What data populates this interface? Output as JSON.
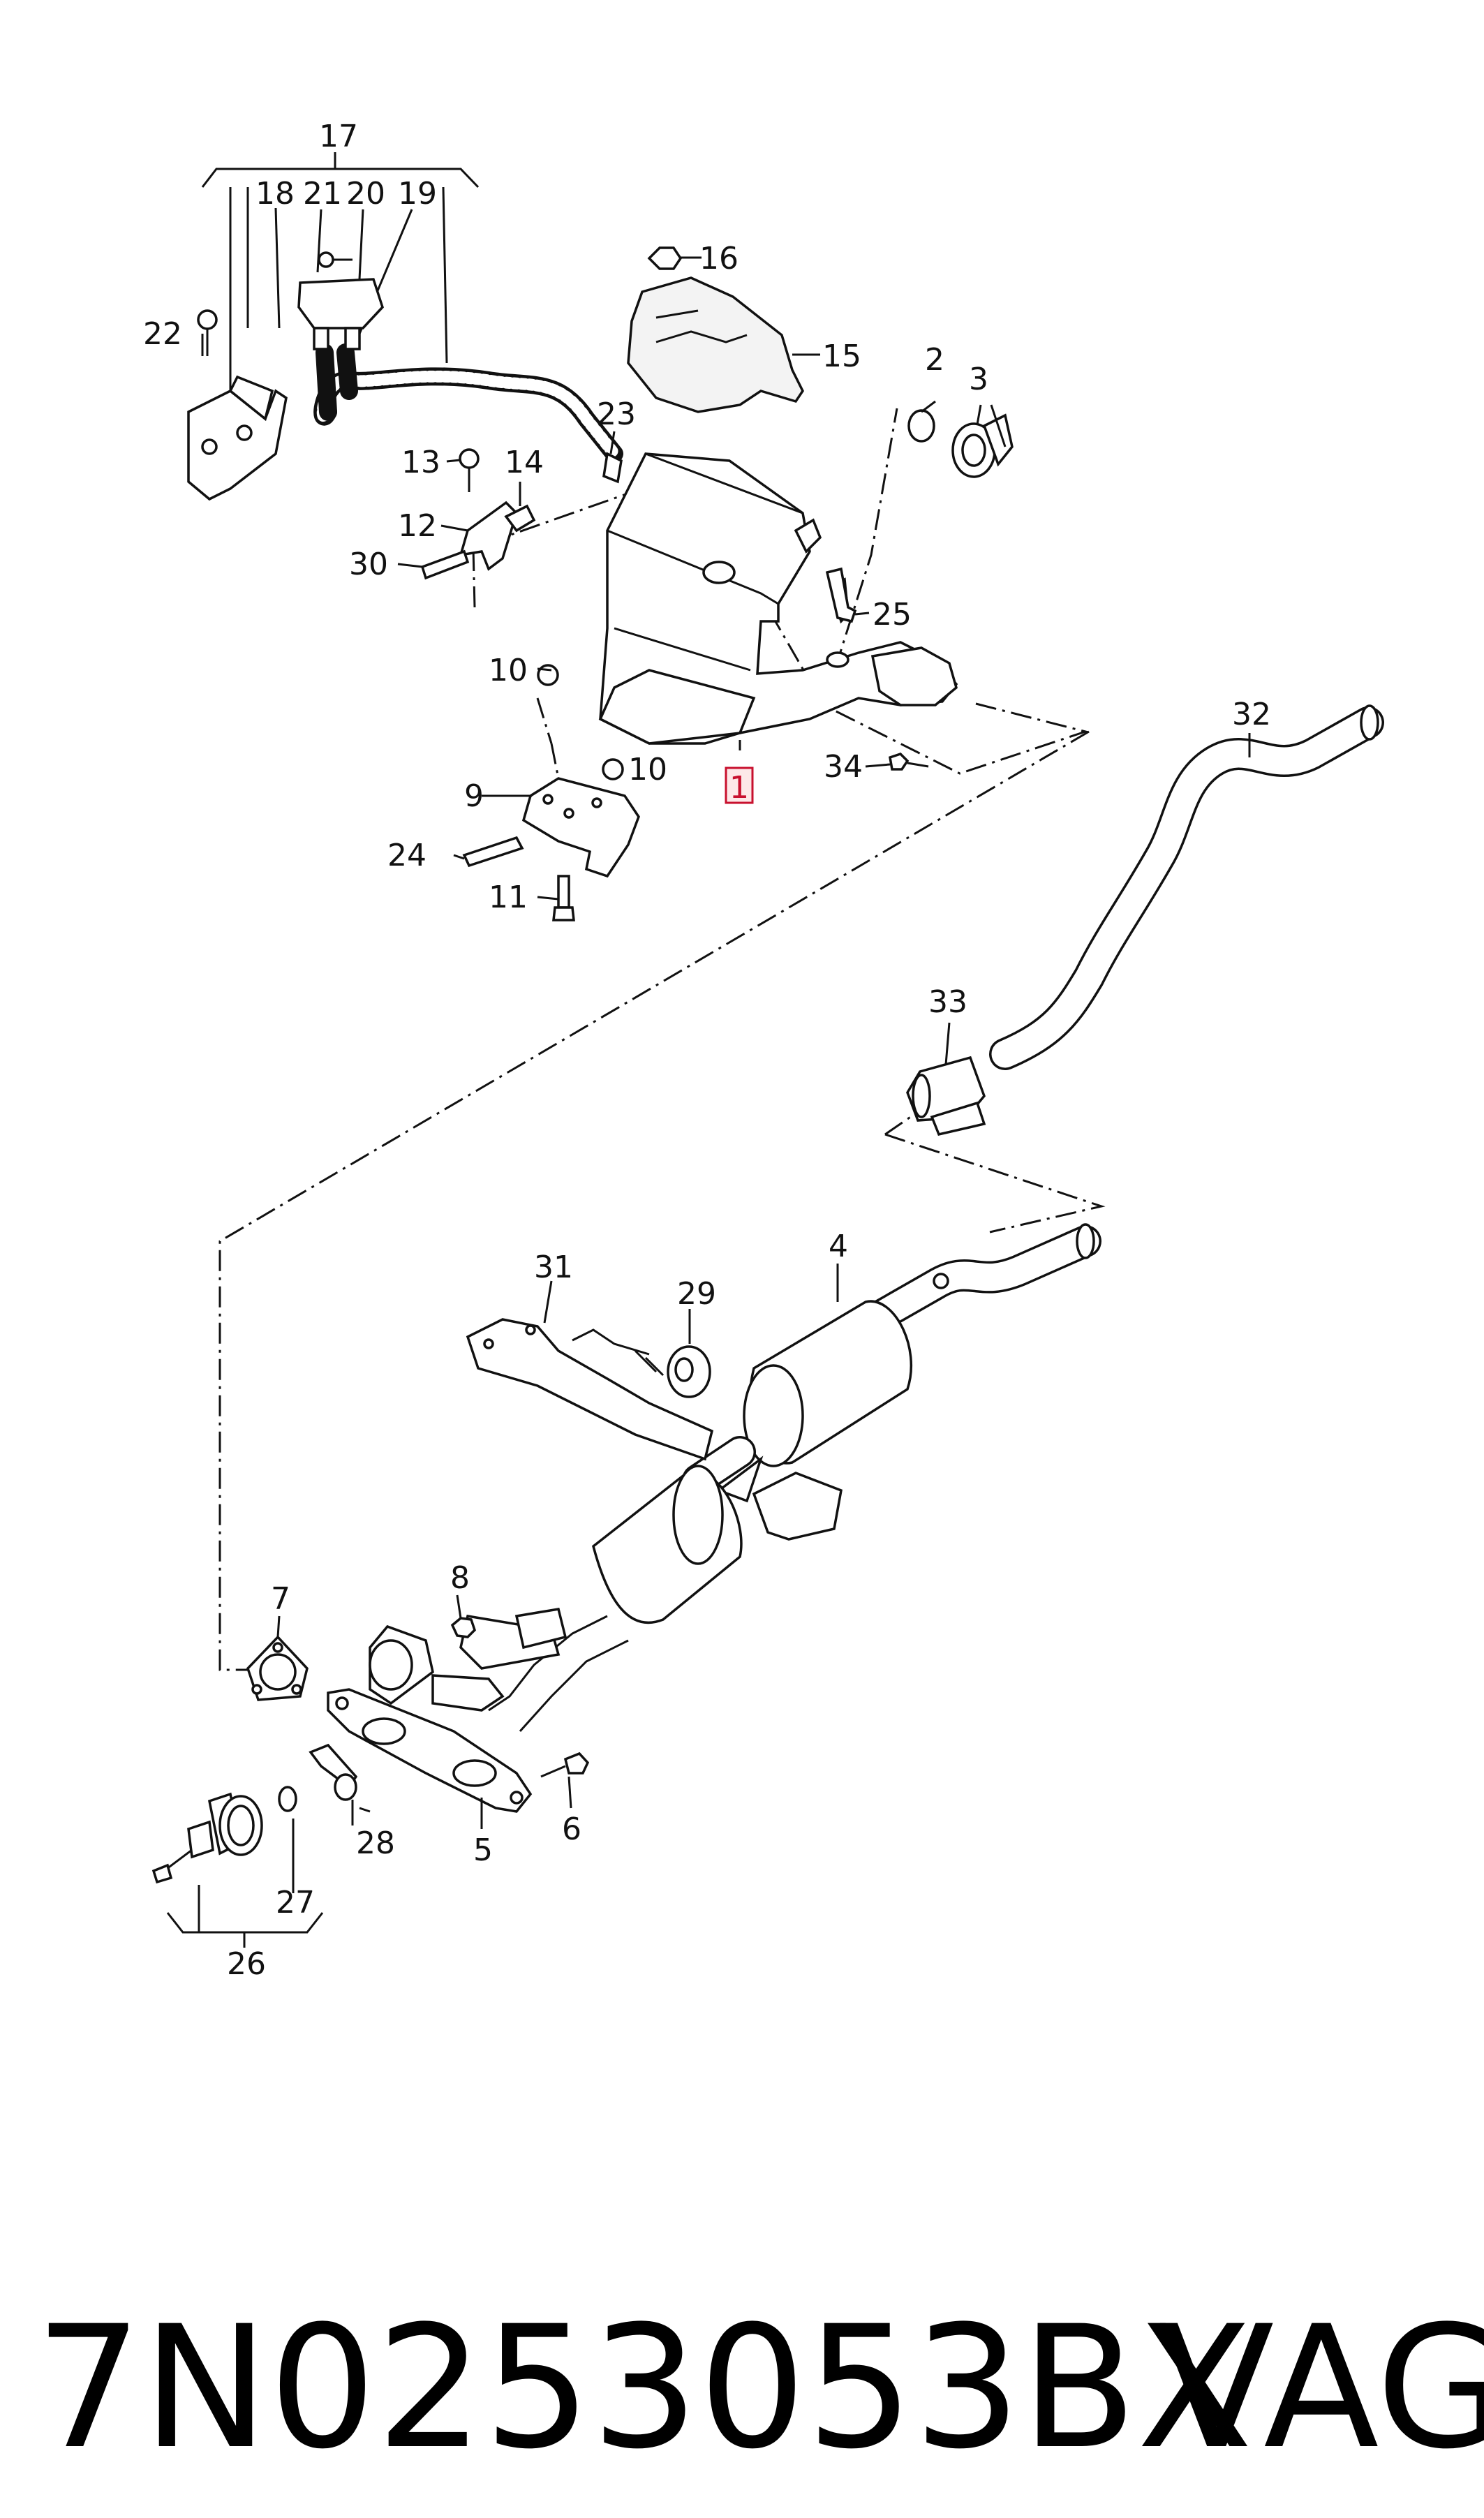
{
  "callouts": {
    "c1": "1",
    "c2": "2",
    "c3": "3",
    "c4": "4",
    "c5": "5",
    "c6": "6",
    "c7": "7",
    "c8": "8",
    "c9": "9",
    "c10a": "10",
    "c10b": "10",
    "c11": "11",
    "c12": "12",
    "c13": "13",
    "c14": "14",
    "c15": "15",
    "c16": "16",
    "c17": "17",
    "c18": "18",
    "c19": "19",
    "c20": "20",
    "c21": "21",
    "c22": "22",
    "c23": "23",
    "c24": "24",
    "c25": "25",
    "c26": "26",
    "c27": "27",
    "c28": "28",
    "c29": "29",
    "c30": "30",
    "c31": "31",
    "c32": "32",
    "c33": "33",
    "c34": "34"
  },
  "highlighted_callout": "1",
  "colors": {
    "highlight": "#c8102e",
    "ink": "#111111",
    "background": "#ffffff"
  },
  "footer": {
    "part_number": "7N0253053BX",
    "brand": "VAG"
  }
}
